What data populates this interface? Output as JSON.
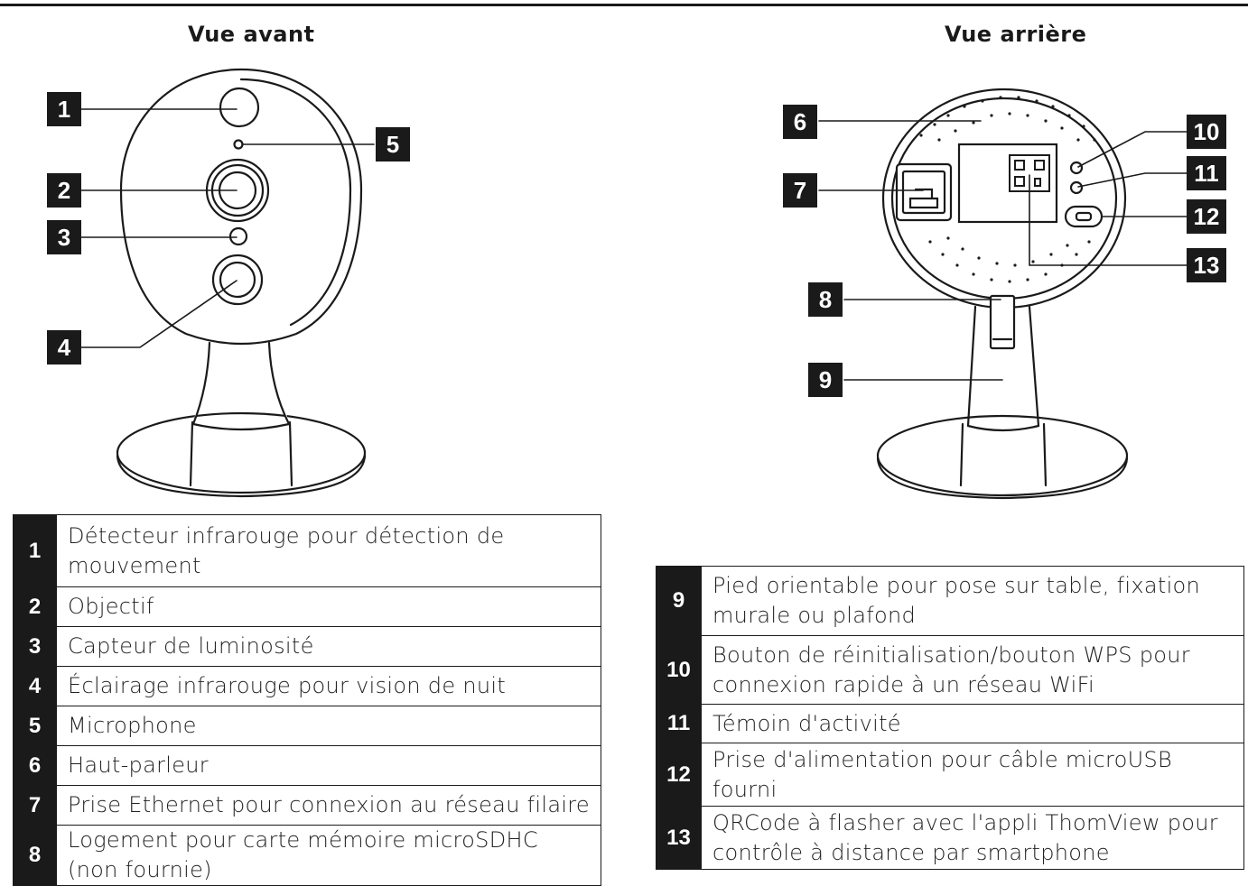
{
  "front_view": {
    "title": "Vue avant",
    "callouts": [
      "1",
      "2",
      "3",
      "4",
      "5"
    ]
  },
  "back_view": {
    "title": "Vue arrière",
    "callouts": [
      "6",
      "7",
      "8",
      "9",
      "10",
      "11",
      "12",
      "13"
    ]
  },
  "legend_left": [
    {
      "num": "1",
      "text": "Détecteur infrarouge pour détection de mouvement"
    },
    {
      "num": "2",
      "text": "Objectif"
    },
    {
      "num": "3",
      "text": "Capteur de luminosité"
    },
    {
      "num": "4",
      "text": "Éclairage infrarouge pour vision de nuit"
    },
    {
      "num": "5",
      "text": "Microphone"
    },
    {
      "num": "6",
      "text": "Haut-parleur"
    },
    {
      "num": "7",
      "text": "Prise Ethernet pour connexion au réseau filaire"
    },
    {
      "num": "8",
      "text": "Logement pour carte mémoire microSDHC (non fournie)"
    }
  ],
  "legend_right": [
    {
      "num": "9",
      "text": "Pied orientable pour pose sur table, fixation murale ou plafond"
    },
    {
      "num": "10",
      "text": "Bouton de réinitialisation/bouton WPS pour connexion rapide à un réseau WiFi"
    },
    {
      "num": "11",
      "text": "Témoin d'activité"
    },
    {
      "num": "12",
      "text": "Prise d'alimentation pour câble microUSB fourni"
    },
    {
      "num": "13",
      "text": "QRCode à flasher avec l'appli ThomView pour contrôle à distance par smartphone"
    }
  ]
}
